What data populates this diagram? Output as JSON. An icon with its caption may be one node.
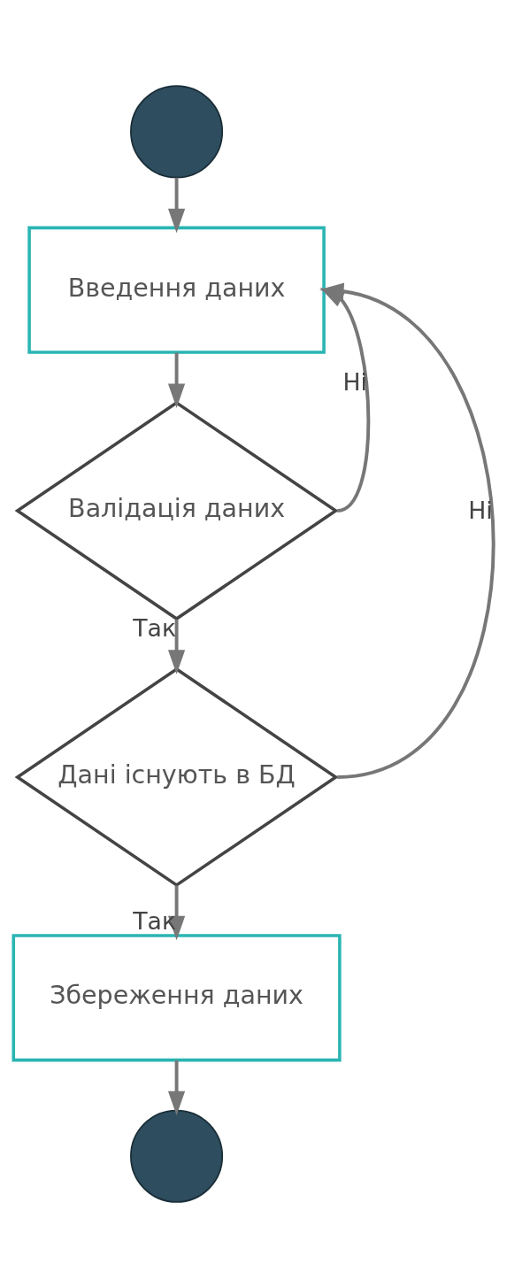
{
  "diagram": {
    "nodes": [
      {
        "text": [],
        "shape": "circle"
      },
      {
        "text": [
          "Введення даних"
        ]
      },
      {
        "text": [
          "Валідація даних"
        ]
      },
      {
        "text": [
          "Дані існують в БД"
        ]
      },
      {
        "text": [
          "Збереження даних"
        ]
      },
      {
        "text": [],
        "shape": "circle"
      }
    ],
    "edges": [
      {
        "from": 0,
        "to": 1,
        "arrow": "to"
      },
      {
        "from": 1,
        "to": 2,
        "arrow": "to"
      },
      {
        "from": 2,
        "to": 1,
        "arrow": "to",
        "label": "Ні"
      },
      {
        "from": 2,
        "to": 3,
        "arrow": "to",
        "label": "Так"
      },
      {
        "from": 3,
        "to": 1,
        "arrow": "to",
        "label": "Ні"
      },
      {
        "from": 3,
        "to": 4,
        "arrow": "to",
        "label": "Так"
      },
      {
        "from": 4,
        "to": 5,
        "arrow": "to"
      }
    ]
  }
}
